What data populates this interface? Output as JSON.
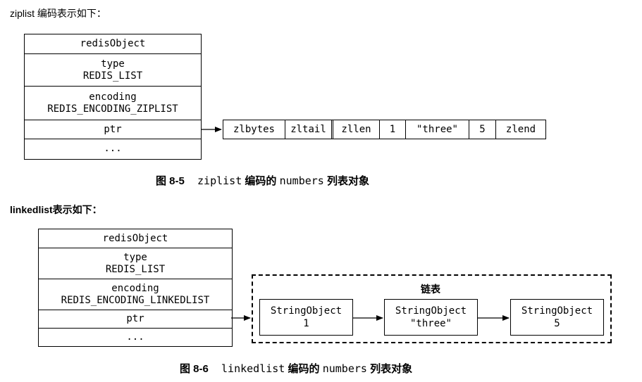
{
  "ziplist": {
    "intro": "ziplist 编码表示如下：",
    "object_fields": {
      "header": "redisObject",
      "type_label": "type",
      "type_value": "REDIS_LIST",
      "encoding_label": "encoding",
      "encoding_value": "REDIS_ENCODING_ZIPLIST",
      "ptr": "ptr",
      "more": "..."
    },
    "entries": [
      "zlbytes",
      "zltail",
      "zllen",
      "1",
      "\"three\"",
      "5",
      "zlend"
    ],
    "caption": {
      "figure": "图 8-5",
      "code": "ziplist",
      "text_mid": "编码的",
      "code2": "numbers",
      "text_end": "列表对象"
    }
  },
  "linkedlist": {
    "intro": "linkedlist表示如下：",
    "object_fields": {
      "header": "redisObject",
      "type_label": "type",
      "type_value": "REDIS_LIST",
      "encoding_label": "encoding",
      "encoding_value": "REDIS_ENCODING_LINKEDLIST",
      "ptr": "ptr",
      "more": "..."
    },
    "list_title": "链表",
    "nodes": [
      {
        "name": "StringObject",
        "value": "1"
      },
      {
        "name": "StringObject",
        "value": "\"three\""
      },
      {
        "name": "StringObject",
        "value": "5"
      }
    ],
    "caption": {
      "figure": "图 8-6",
      "code": "linkedlist",
      "text_mid": "编码的",
      "code2": "numbers",
      "text_end": "列表对象"
    }
  }
}
